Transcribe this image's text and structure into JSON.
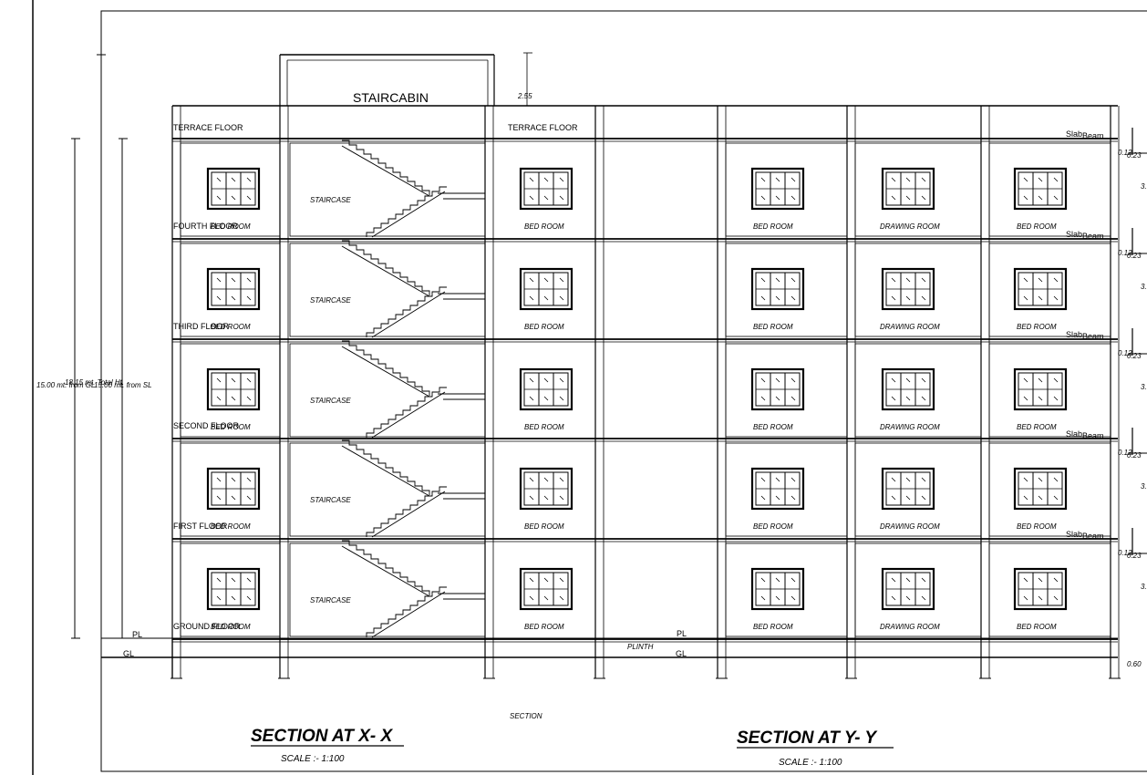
{
  "title_x": "SECTION AT X- X",
  "title_y": "SECTION AT Y- Y",
  "scale_x": "SCALE :- 1:100",
  "scale_y": "SCALE :- 1:100",
  "section_label": "SECTION",
  "staircabin": "STAIRCABIN",
  "cabin_height": "2.55",
  "terrace_floor": "TERRACE FLOOR",
  "floors": [
    "FOURTH FLOOR",
    "THIRD FLOOR",
    "SECOND FLOOR",
    "FIRST FLOOR",
    "GROUND FLOOR"
  ],
  "rooms": {
    "bed": "BED ROOM",
    "drawing": "DRAWING ROOM",
    "staircase": "STAIRCASE"
  },
  "plinth": "PLINTH",
  "pl": "PL",
  "gl": "GL",
  "total_height": "18.15 mt. Total Ht.",
  "from_gl": "15.00 mt. from GL",
  "from_sl": "15.00 mt. from SL",
  "slab_label": "Slab",
  "beam_label": "Beam",
  "dim_slab": "0.12",
  "dim_beam": "0.23",
  "dim_floor": "3.",
  "dim_plinth": "0.60"
}
